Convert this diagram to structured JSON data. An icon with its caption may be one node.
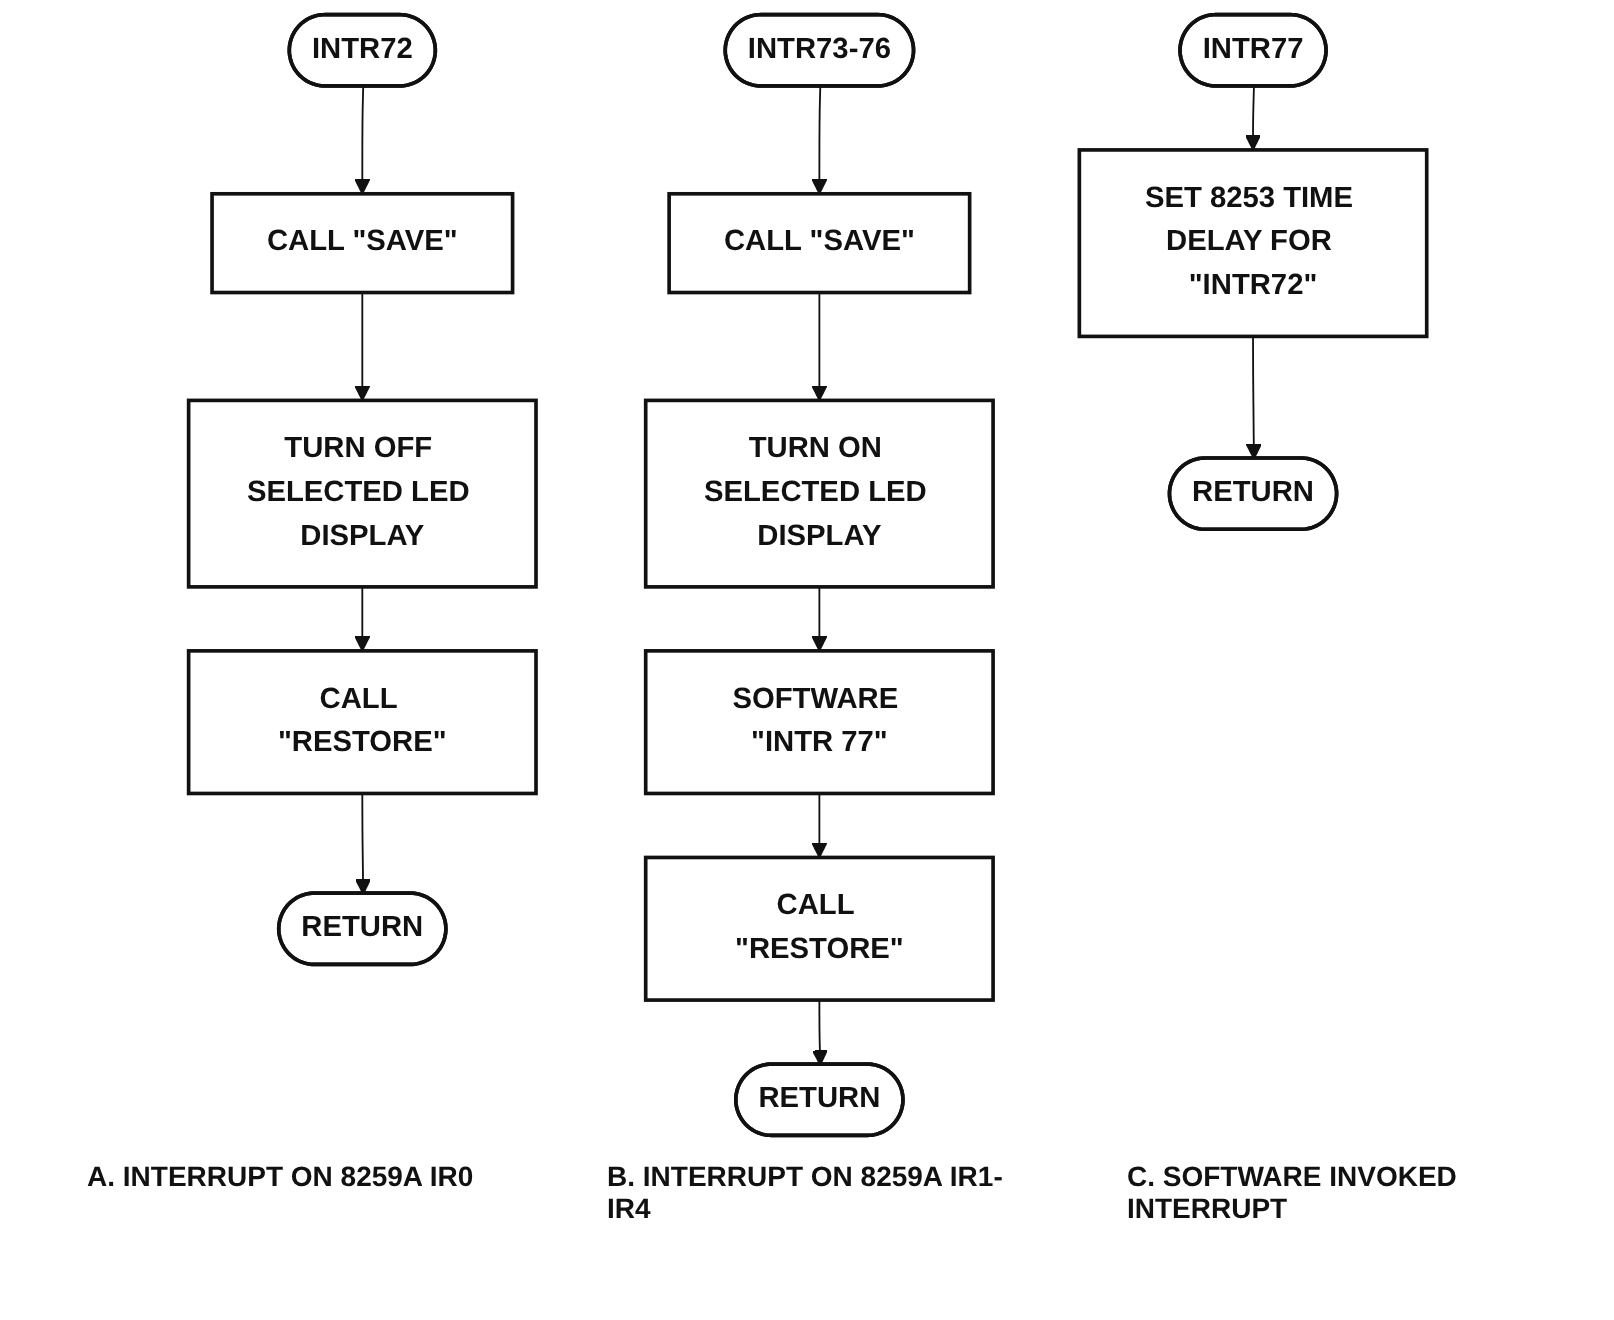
{
  "diagram": {
    "nodes": [
      {
        "text": [
          "INTR72"
        ]
      },
      {
        "text": [
          "CALL \"SAVE\""
        ]
      },
      {
        "text": [
          "TURN OFF SELECTED LED DISPLAY"
        ]
      },
      {
        "text": [
          "CALL \"RESTORE\""
        ]
      },
      {
        "text": [
          "RETURN"
        ]
      },
      {
        "text": [
          "INTR73-76"
        ]
      },
      {
        "text": [
          "CALL \"SAVE\""
        ]
      },
      {
        "text": [
          "TURN ON SELECTED LED DISPLAY"
        ]
      },
      {
        "text": [
          "SOFTWARE \"INTR 77\""
        ]
      },
      {
        "text": [
          "CALL \"RESTORE\""
        ]
      },
      {
        "text": [
          "RETURN"
        ]
      },
      {
        "text": [
          "INTR77"
        ]
      },
      {
        "text": [
          "SET 8253 TIME DELAY FOR \"INTR72\""
        ]
      },
      {
        "text": [
          "RETURN"
        ]
      }
    ],
    "edges": [
      {
        "from": 0,
        "to": 1,
        "arrow": "to"
      },
      {
        "from": 1,
        "to": 2,
        "arrow": "to"
      },
      {
        "from": 2,
        "to": 3,
        "arrow": "to"
      },
      {
        "from": 3,
        "to": 4,
        "arrow": "to"
      },
      {
        "from": 5,
        "to": 6,
        "arrow": "to"
      },
      {
        "from": 6,
        "to": 7,
        "arrow": "to"
      },
      {
        "from": 7,
        "to": 8,
        "arrow": "to"
      },
      {
        "from": 8,
        "to": 9,
        "arrow": "to"
      },
      {
        "from": 9,
        "to": 10,
        "arrow": "to"
      },
      {
        "from": 11,
        "to": 12,
        "arrow": "to"
      },
      {
        "from": 12,
        "to": 13,
        "arrow": "to"
      }
    ],
    "labels": [
      "A. INTERRUPT ON 8259A IR0",
      "B. INTERRUPT ON 8259A IR1-IR4",
      "C. SOFTWARE INVOKED INTERRUPT"
    ]
  }
}
